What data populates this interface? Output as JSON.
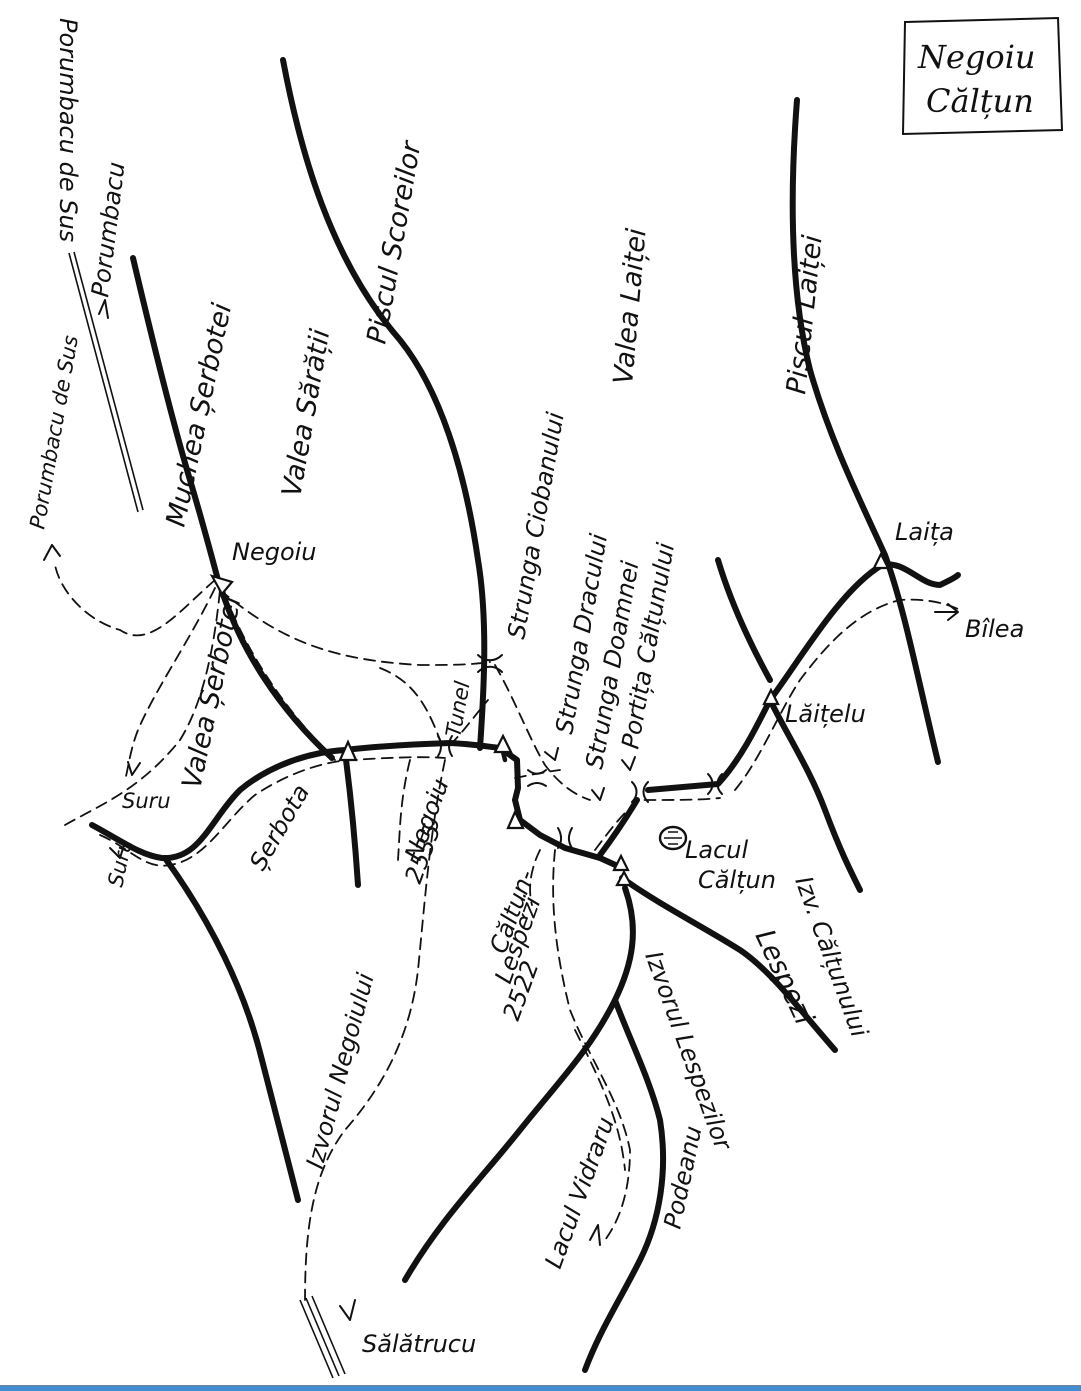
{
  "title": {
    "line1": "Negoiu",
    "line2": "Călțun"
  },
  "labels": {
    "porumbacu_top": "Porumbacu de Sus",
    "porumbacu_left": "Porumbacu de Sus",
    "porumbacu_arrow": "Porumbacu",
    "muchea_serbotei": "Muchea Șerbotei",
    "valea_saratii": "Valea Sărății",
    "piscul_scoreilor": "Piscul Scoreilor",
    "valea_laitei": "Valea Laiței",
    "piscul_laitei": "Piscul Laiței",
    "negoiu_north": "Negoiu",
    "valea_serbotei": "Valea Șerbotei",
    "suru_upper": "Suru",
    "suru_lower": "Suru",
    "serbota": "Șerbota",
    "tunel": "Tunel",
    "strunga_ciobanului": "Strunga Ciobanului",
    "strunga_dracului": "Strunga Dracului",
    "strunga_doamnei": "Strunga Doamnei",
    "portita_caltunului": "Portița Călțunului",
    "laita": "Laița",
    "bilea": "Bîlea",
    "laitelu": "Lăițelu",
    "negoiu_peak_name": "Negoiu",
    "negoiu_peak_alt": "2535",
    "lacul_caltun_1": "Lacul",
    "lacul_caltun_2": "Călțun",
    "caltun_lespezi_1": "Călțun-",
    "caltun_lespezi_2": "Lespezi",
    "caltun_lespezi_alt": "2522",
    "izv_caltunului": "Izv. Călțunului",
    "lespezi": "Lespezi",
    "izvorul_lespezilor": "Izvorul Lespezilor",
    "izvorul_negoiului": "Izvorul Negoiului",
    "lacul_vidraru": "Lacul Vidraru",
    "podeanu": "Podeanu",
    "salatrucu": "Sălătrucu"
  },
  "colors": {
    "ink": "#111111",
    "paper": "#ffffff",
    "bottom_bar": "#3f8fd6"
  },
  "icons": {
    "peak": "peak-triangle-icon",
    "saddle": "saddle-icon",
    "lake": "lake-icon",
    "arrow": "arrow-icon"
  }
}
